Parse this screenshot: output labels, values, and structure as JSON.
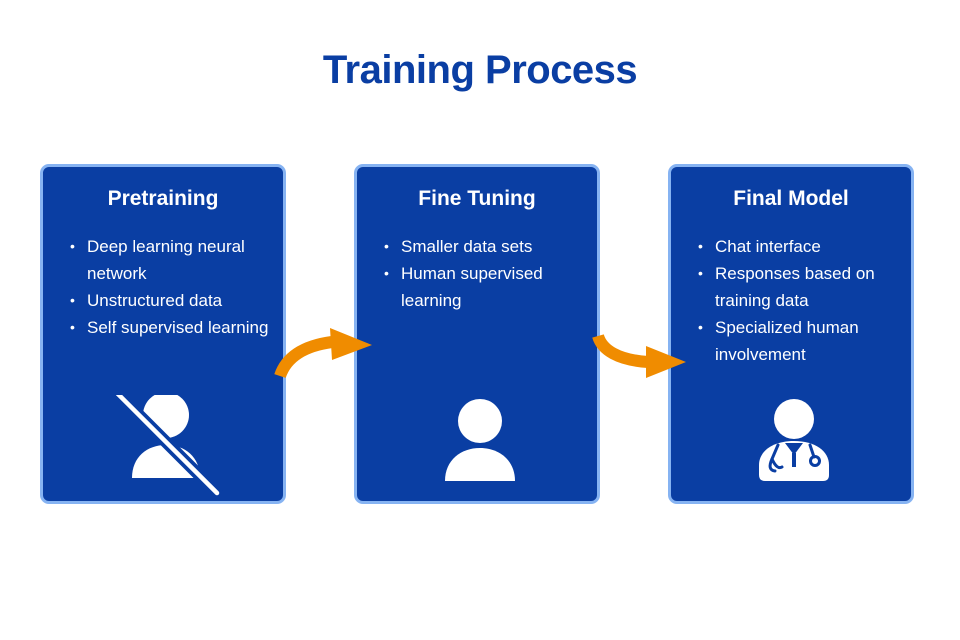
{
  "title": "Training Process",
  "cards": [
    {
      "heading": "Pretraining",
      "bullets": [
        "Deep learning neural network",
        "Unstructured data",
        "Self supervised learning"
      ],
      "icon": "user-slash-icon"
    },
    {
      "heading": "Fine Tuning",
      "bullets": [
        "Smaller data sets",
        "Human supervised learning"
      ],
      "icon": "user-icon"
    },
    {
      "heading": "Final Model",
      "bullets": [
        "Chat interface",
        "Responses based on training data",
        "Specialized human involvement"
      ],
      "icon": "user-doctor-icon"
    }
  ],
  "colors": {
    "title": "#0a3ea3",
    "card_fill": "#0a3ea3",
    "card_border": "#86b3f2",
    "arrow": "#f08c00",
    "text": "#ffffff"
  }
}
